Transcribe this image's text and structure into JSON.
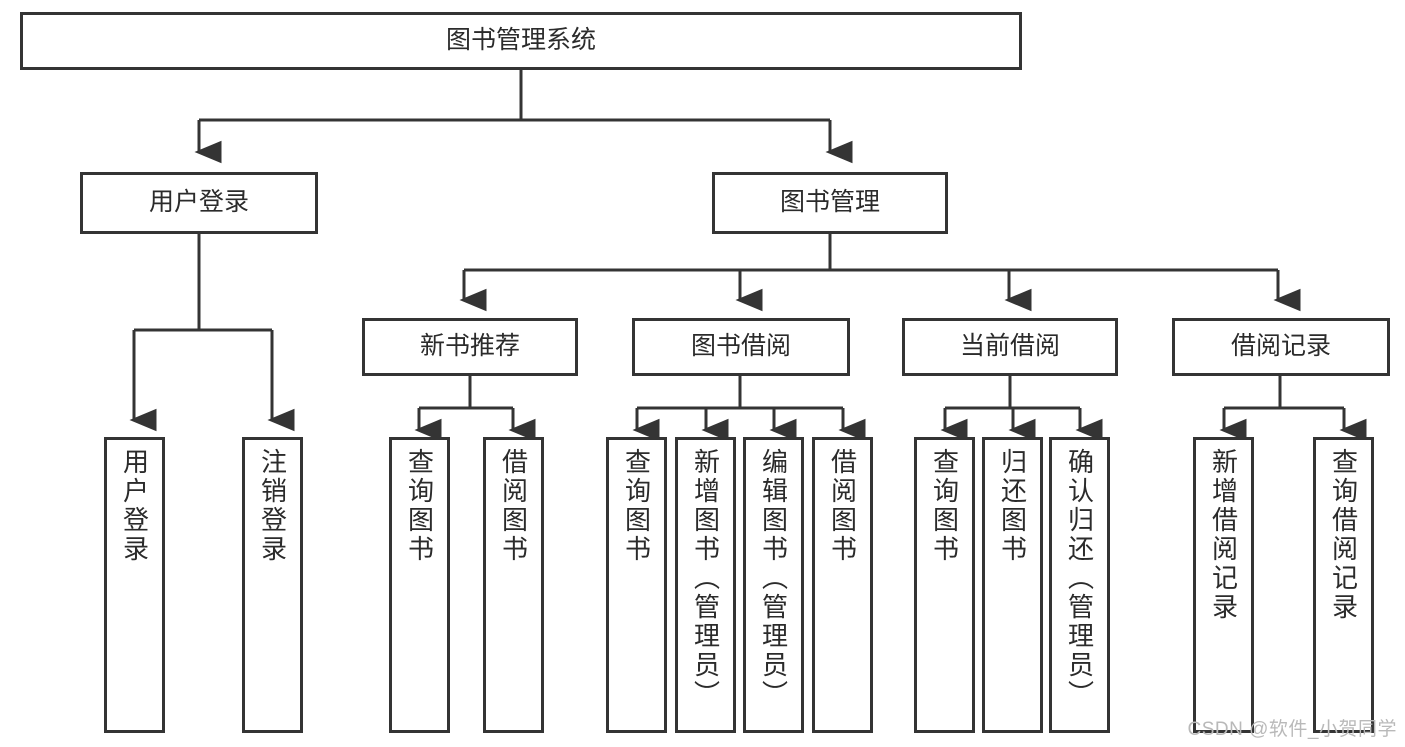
{
  "diagram": {
    "type": "tree-hierarchy",
    "title": "图书管理系统",
    "root": {
      "id": "root",
      "label": "图书管理系统"
    },
    "level1": [
      {
        "id": "user-login",
        "label": "用户登录"
      },
      {
        "id": "book-management",
        "label": "图书管理"
      }
    ],
    "level2": [
      {
        "id": "new-book-recommend",
        "label": "新书推荐",
        "parent": "book-management"
      },
      {
        "id": "book-borrow",
        "label": "图书借阅",
        "parent": "book-management"
      },
      {
        "id": "current-borrow",
        "label": "当前借阅",
        "parent": "book-management"
      },
      {
        "id": "borrow-record",
        "label": "借阅记录",
        "parent": "book-management"
      }
    ],
    "leaves": {
      "user-login": [
        {
          "id": "leaf-user-login",
          "label": "用户登录"
        },
        {
          "id": "leaf-logout",
          "label": "注销登录"
        }
      ],
      "new-book-recommend": [
        {
          "id": "leaf-query-book-1",
          "label": "查询图书"
        },
        {
          "id": "leaf-borrow-book-1",
          "label": "借阅图书"
        }
      ],
      "book-borrow": [
        {
          "id": "leaf-query-book-2",
          "label": "查询图书"
        },
        {
          "id": "leaf-add-book",
          "label": "新增图书（管理员）"
        },
        {
          "id": "leaf-edit-book",
          "label": "编辑图书（管理员）"
        },
        {
          "id": "leaf-borrow-book-2",
          "label": "借阅图书"
        }
      ],
      "current-borrow": [
        {
          "id": "leaf-query-book-3",
          "label": "查询图书"
        },
        {
          "id": "leaf-return-book",
          "label": "归还图书"
        },
        {
          "id": "leaf-confirm-return",
          "label": "确认归还（管理员）"
        }
      ],
      "borrow-record": [
        {
          "id": "leaf-add-record",
          "label": "新增借阅记录"
        },
        {
          "id": "leaf-query-record",
          "label": "查询借阅记录"
        }
      ]
    },
    "colors": {
      "stroke": "#343434",
      "text": "#2b2b2b",
      "background": "#ffffff",
      "watermark": "#b9b9b9"
    }
  },
  "watermark": {
    "text": "CSDN @软件_小贺同学"
  }
}
